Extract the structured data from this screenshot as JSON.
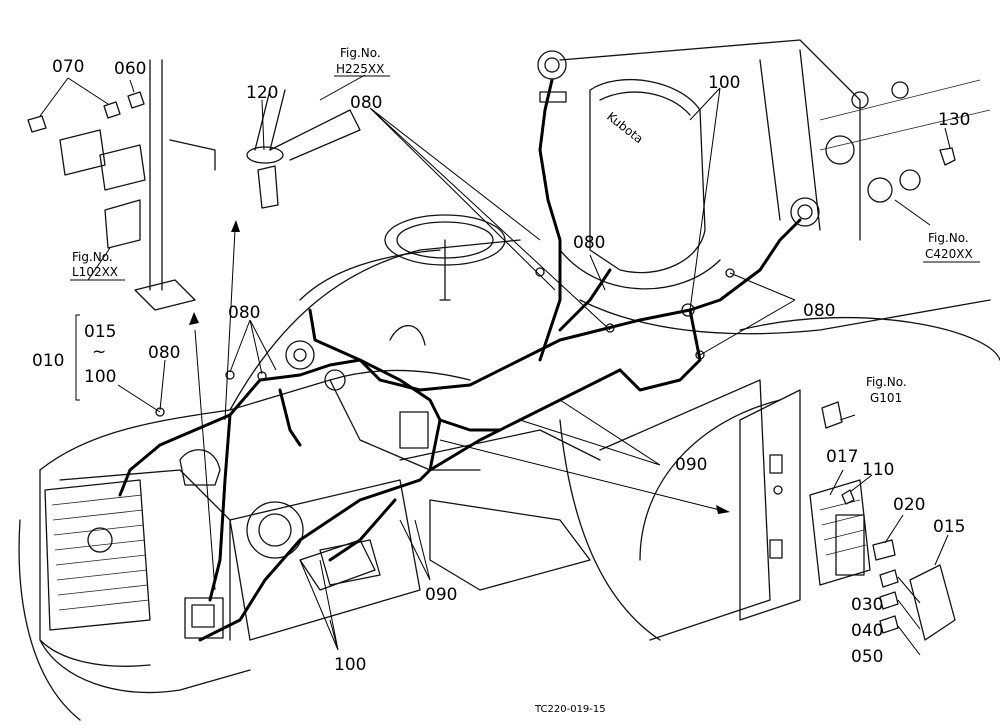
{
  "part_numbers": {
    "p070": "070",
    "p060": "060",
    "p120": "120",
    "p080": "080",
    "p100": "100",
    "p130": "130",
    "p010": "010",
    "p015": "015",
    "p090": "090",
    "p017": "017",
    "p110": "110",
    "p020": "020",
    "p030": "030",
    "p040": "040",
    "p050": "050"
  },
  "bracket_symbol": "~",
  "figure_refs": {
    "fig_label": "Fig.No.",
    "h225": "H225XX",
    "l102": "L102XX",
    "c420": "C420XX",
    "g101": "G101"
  },
  "seat_brand": "Kubota",
  "drawing_code": "TC220-019-15"
}
